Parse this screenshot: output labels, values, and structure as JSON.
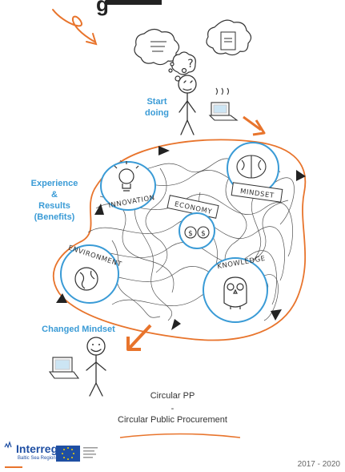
{
  "header": {
    "title_fragment": "g"
  },
  "labels": {
    "start_line1": "Start",
    "start_line2": "doing",
    "experience_line1": "Experience",
    "experience_line2": "&",
    "experience_line3": "Results",
    "experience_line4": "(Benefits)",
    "changed_mindset": "Changed Mindset"
  },
  "concepts": {
    "innovation": "INNOVATION",
    "economy": "ECONOMY",
    "mindset": "MINDSET",
    "environment": "ENVIRONMENT",
    "knowledge": "KNOWLEDGE"
  },
  "thought_bubble": {
    "question_mark": "?",
    "money": "$"
  },
  "footer": {
    "line1": "Circular PP",
    "separator": "-",
    "line2": "Circular Public Procurement",
    "years": "2017 - 2020"
  },
  "logo": {
    "name": "Interreg",
    "subtitle": "Baltic Sea Region"
  },
  "colors": {
    "accent_orange": "#e8742c",
    "accent_blue": "#3a9bd6",
    "ink": "#333333",
    "interreg_blue": "#1f4fa3"
  }
}
